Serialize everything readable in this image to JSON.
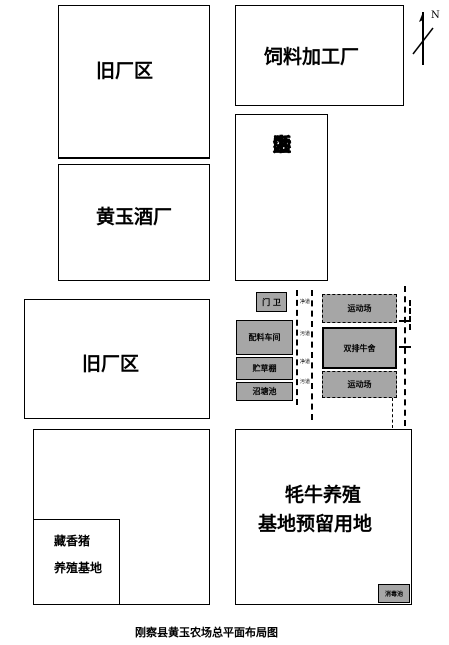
{
  "compass": {
    "north_label": "N"
  },
  "blocks": {
    "old_factory_top": "旧厂区",
    "feed_factory": "饲料加工厂",
    "huangyu_winery": "黄玉酒厂",
    "office_area": [
      "办",
      "公",
      "生",
      "活",
      "区"
    ],
    "old_factory_middle": "旧厂区",
    "yak_base": [
      "牦牛养殖",
      "基地预留用地"
    ],
    "tibetan_pig_base": [
      "藏香猪",
      "养殖基地"
    ]
  },
  "facilities": {
    "small_top": "门 卫",
    "feed_workshop": "配料车间",
    "hay_shed": "贮草棚",
    "pond": "沼塘池",
    "sports_top": "运动场",
    "cattle_barn": "双排牛舍",
    "sports_bottom": "运动场",
    "corner_small": "消毒池",
    "road_marks": [
      "净道",
      "污道",
      "净道",
      "污道"
    ]
  },
  "caption": "刚察县黄玉农场总平面布局图"
}
